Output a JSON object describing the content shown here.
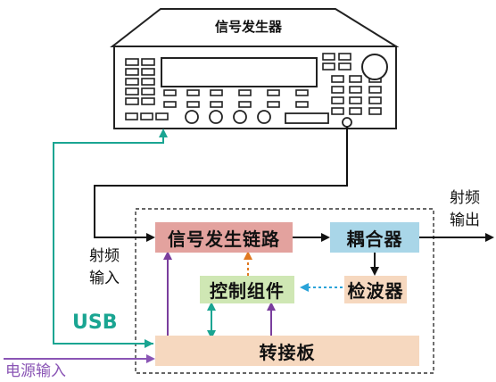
{
  "device": {
    "title": "信号发生器"
  },
  "blocks": {
    "signal_chain": "信号发生链路",
    "coupler": "耦合器",
    "control": "控制组件",
    "detector": "检波器",
    "adapter": "转接板"
  },
  "labels": {
    "rf_out_1": "射频",
    "rf_out_2": "输出",
    "rf_in_1": "射频",
    "rf_in_2": "输入",
    "usb": "USB",
    "power_in": "电源输入"
  },
  "colors": {
    "signal_chain_fill": "#e3a29e",
    "coupler_fill": "#a9d6e8",
    "control_fill": "#cfe7b4",
    "detector_fill": "#f6d8bf",
    "adapter_fill": "#f6d8bf",
    "usb_teal": "#1aa592",
    "arrow_purple": "#7a3e9d",
    "arrow_orange": "#e07820",
    "arrow_blue": "#2aa3d8",
    "power_purple": "#8a55b5"
  }
}
